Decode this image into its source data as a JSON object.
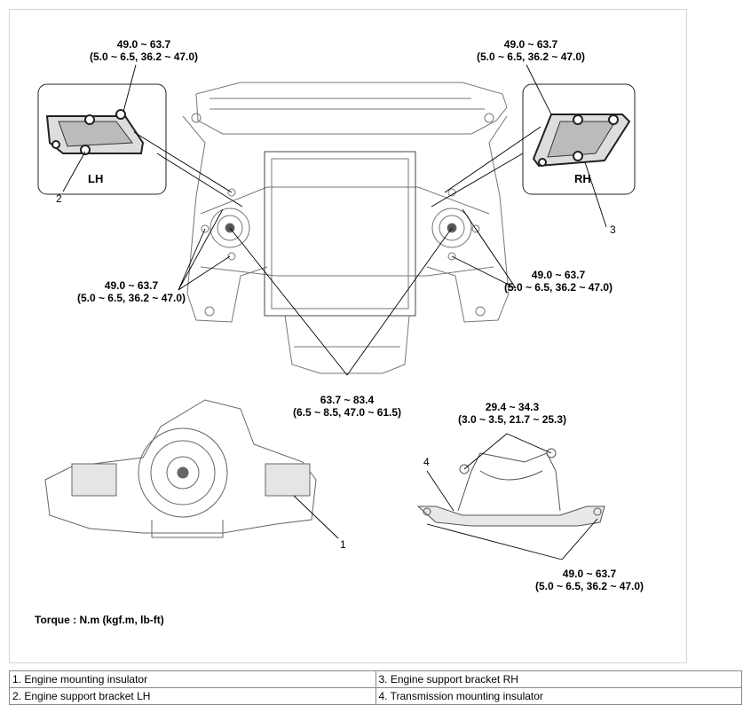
{
  "torques": {
    "lh_bracket_top": {
      "nm": "49.0 ~ 63.7",
      "alt": "(5.0 ~ 6.5, 36.2 ~ 47.0)"
    },
    "rh_bracket_top": {
      "nm": "49.0 ~ 63.7",
      "alt": "(5.0 ~ 6.5, 36.2 ~ 47.0)"
    },
    "lh_mount": {
      "nm": "49.0 ~ 63.7",
      "alt": "(5.0 ~ 6.5, 36.2 ~ 47.0)"
    },
    "rh_mount": {
      "nm": "49.0 ~ 63.7",
      "alt": "(5.0 ~ 6.5, 36.2 ~ 47.0)"
    },
    "center": {
      "nm": "63.7 ~ 83.4",
      "alt": "(6.5 ~ 8.5, 47.0 ~ 61.5)"
    },
    "trans_top": {
      "nm": "29.4 ~ 34.3",
      "alt": "(3.0 ~ 3.5, 21.7 ~ 25.3)"
    },
    "trans_bottom": {
      "nm": "49.0 ~ 63.7",
      "alt": "(5.0 ~ 6.5, 36.2 ~ 47.0)"
    }
  },
  "sides": {
    "lh": "LH",
    "rh": "RH"
  },
  "callouts": {
    "c1": "1",
    "c2": "2",
    "c3": "3",
    "c4": "4"
  },
  "torque_note": "Torque : N.m (kgf.m, lb-ft)",
  "legend": [
    [
      "1. Engine mounting insulator",
      "3. Engine support bracket RH"
    ],
    [
      "2. Engine support bracket LH",
      "4. Transmission mounting insulator"
    ]
  ]
}
